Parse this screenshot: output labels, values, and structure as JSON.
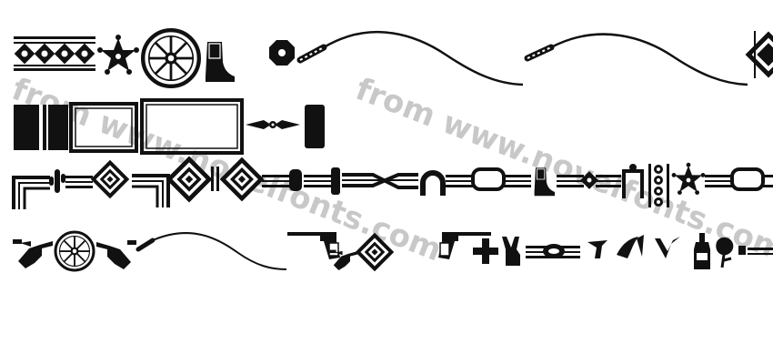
{
  "watermark": {
    "text_left": "from www.novelfonts.com",
    "text_right": "from www.novelfonts.com",
    "color": "#c8c8c8"
  },
  "palette": {
    "ink": "#111111",
    "paper": "#ffffff"
  },
  "rows": [
    {
      "name": "row-1",
      "glyphs": [
        "diamond-border-icon",
        "sheriff-star-icon",
        "wagon-wheel-icon",
        "cowboy-boot-icon",
        "octagon-ornament-icon",
        "whip-icon",
        "whip-icon",
        "diamond-frame-icon"
      ]
    },
    {
      "name": "row-2",
      "glyphs": [
        "black-panel-icon",
        "rope-frame-icon",
        "rope-frame-icon",
        "arrow-ornament-icon",
        "black-panel-icon"
      ]
    },
    {
      "name": "row-3",
      "glyphs": [
        "rope-corner-icon",
        "cactus-icon",
        "rope-corner-icon",
        "diamond-icon",
        "diamond-icon",
        "diamond-icon",
        "rope-link-icon",
        "rope-knot-icon",
        "horseshoe-icon",
        "rope-link-icon",
        "cowboy-boot-icon",
        "diamond-icon",
        "rope-arch-icon",
        "concho-column-icon",
        "sheriff-star-icon",
        "rope-link-icon"
      ]
    },
    {
      "name": "row-4",
      "glyphs": [
        "pointing-hand-gun-icon",
        "wagon-wheel-icon",
        "pointing-hand-gun-icon",
        "whip-icon",
        "revolver-hand-icon",
        "diamond-icon",
        "revolver-hand-icon",
        "cross-ornament-icon",
        "victory-hand-icon",
        "concho-bar-icon",
        "brand-glyph-icon",
        "brand-glyph-icon",
        "brand-glyph-icon",
        "whiskey-bottle-icon",
        "rose-glyph-icon"
      ]
    }
  ]
}
